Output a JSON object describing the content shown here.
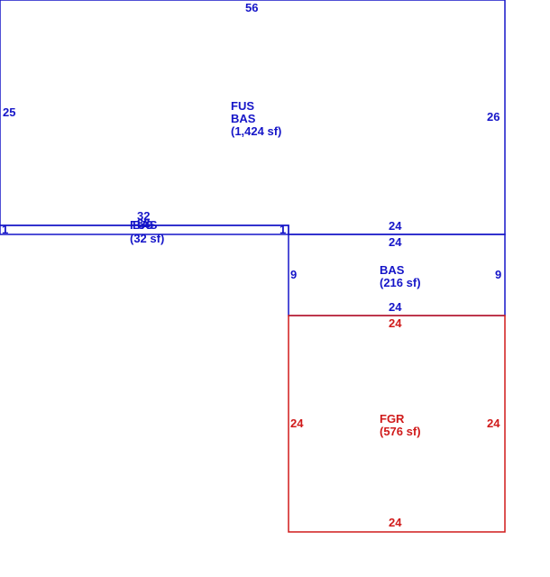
{
  "colors": {
    "line_blue": "#1515c8",
    "line_red": "#d01a1a"
  },
  "areas": [
    {
      "id": "main",
      "lines": [
        "FUS",
        "BAS",
        "(1,424 sf)"
      ],
      "color": "blue"
    },
    {
      "id": "strip",
      "lines": [
        "FUS",
        "BAS",
        "(32 sf)"
      ],
      "color": "blue"
    },
    {
      "id": "bas",
      "lines": [
        "BAS",
        "(216 sf)"
      ],
      "color": "blue"
    },
    {
      "id": "fgr",
      "lines": [
        "FGR",
        "(576 sf)"
      ],
      "color": "red"
    }
  ],
  "dims": {
    "main_top": "56",
    "main_left": "25",
    "main_right": "26",
    "strip_top": "32",
    "strip_bottom": "32",
    "strip_left": "1",
    "strip_right": "1",
    "bas_top_outer": "24",
    "bas_top_inner": "24",
    "bas_left": "9",
    "bas_right": "9",
    "bas_bottom": "24",
    "fgr_top": "24",
    "fgr_left": "24",
    "fgr_right": "24",
    "fgr_bottom": "24"
  }
}
